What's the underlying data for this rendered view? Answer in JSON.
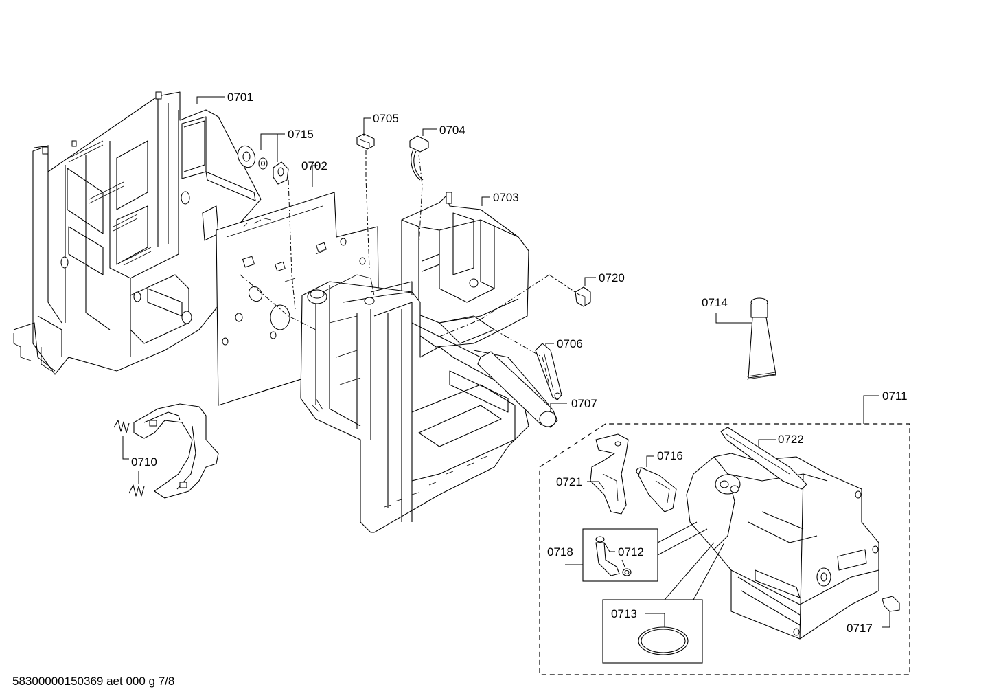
{
  "labels": {
    "p0701": "0701",
    "p0702": "0702",
    "p0703": "0703",
    "p0704": "0704",
    "p0705": "0705",
    "p0706": "0706",
    "p0707": "0707",
    "p0710": "0710",
    "p0711": "0711",
    "p0712": "0712",
    "p0713": "0713",
    "p0714": "0714",
    "p0715": "0715",
    "p0716": "0716",
    "p0717": "0717",
    "p0718": "0718",
    "p0720": "0720",
    "p0721": "0721",
    "p0722": "0722"
  },
  "footer": "58300000150369 aet 000 g 7/8"
}
